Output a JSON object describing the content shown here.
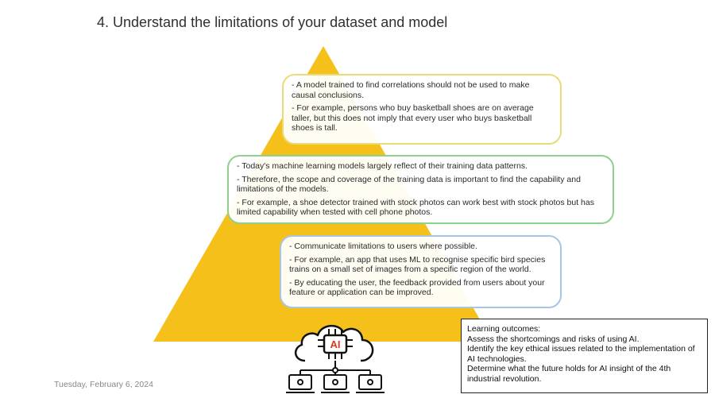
{
  "slide": {
    "title": "4. Understand the limitations of your dataset and model",
    "date": "Tuesday, February 6, 2024",
    "colors": {
      "pyramid": "#f6c01a",
      "top_box_border": "#e8dc7a",
      "middle_box_border": "#8fd08f",
      "bottom_box_border": "#a8c6e4"
    }
  },
  "boxes": {
    "top": [
      "- A model trained to find correlations should not be used to make causal conclusions.",
      "- For example, persons who buy basketball shoes are on average taller, but this does not imply that every user who buys basketball shoes is tall."
    ],
    "middle": [
      "- Today's machine learning models largely reflect of their training data patterns.",
      "- Therefore, the scope and coverage of the training data is important to find the capability and limitations of the models.",
      "- For example, a shoe detector trained with stock photos can work best with stock photos but has limited capability when tested with cell phone photos."
    ],
    "bottom": [
      "- Communicate limitations to users where possible.",
      "- For example, an app that uses ML to recognise specific bird species trains on a small set of images from a specific region of the world.",
      "- By educating the user, the feedback provided from users about your feature or application can be improved."
    ]
  },
  "ai_icon": {
    "label": "AI",
    "icon": "ai-cloud-network-icon"
  },
  "learning_outcomes": {
    "heading": "Learning outcomes:",
    "items": [
      "Assess the shortcomings and risks of using AI.",
      "Identify the key ethical issues related to the implementation of AI technologies.",
      "Determine what the future holds for AI insight of the 4th industrial revolution."
    ]
  }
}
